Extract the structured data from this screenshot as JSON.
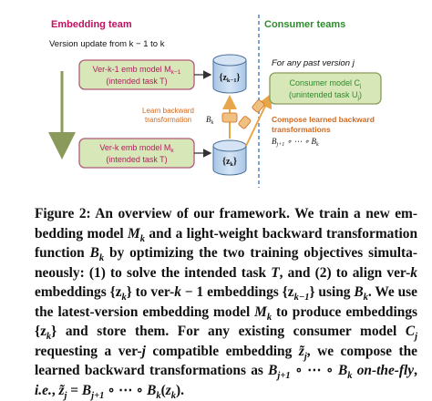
{
  "diagram": {
    "left_heading": "Embedding team",
    "right_heading": "Consumer teams",
    "version_update": "Version update from k − 1 to k",
    "any_past_version": "For any past version j",
    "old_model_line1": "Ver-k-1 emb model M",
    "old_model_sub": "k−1",
    "old_model_line2": "(intended task T)",
    "new_model_line1": "Ver-k emb model M",
    "new_model_sub": "k",
    "new_model_line2": "(intended task T)",
    "consumer_line1": "Consumer model C",
    "consumer_sub": "j",
    "consumer_line2": "(unintended task U",
    "consumer_line2_sub": "j",
    "db_old_label": "{z",
    "db_old_sub": "k−1",
    "db_new_label": "{z",
    "db_new_sub": "k",
    "learn_line1": "Learn backward",
    "learn_line2": "transformation",
    "learn_symbol": "B",
    "learn_symbol_sub": "k",
    "compose_line1": "Compose learned backward",
    "compose_line2": "transformations",
    "compose_formula": "B",
    "compose_formula_sub1": "j+1",
    "compose_formula_mid": " ∘ ⋯ ∘ B",
    "compose_formula_sub2": "k",
    "colors": {
      "green_fill": "#d7e7b8",
      "green_border": "#8a9a5a",
      "pink_fill": "#f5d0e0",
      "pink_border": "#b05a7a",
      "db_fill": "#b9d3ec",
      "db_border": "#4a6f99",
      "orange": "#e8a64a",
      "orange_text": "#d2691e",
      "heading_red": "#c01060",
      "heading_green": "#2e8b2e",
      "divider_blue": "#4a86c8"
    }
  },
  "caption": {
    "p1": "Figure 2: An overview of our framework. We train a new em­bedding model ",
    "p2": " and a light-weight backward transformation function ",
    "p3": " by optimizing the two training objectives simulta­neously: (1) to solve the intended task ",
    "p4": ", and (2) to align ver-",
    "p5": " embeddings ",
    "p6": " to ver-",
    "p7": " − 1 embeddings ",
    "p8": " using ",
    "p9": ". We use the latest-version embedding model ",
    "p10": " to produce embed­dings ",
    "p11": " and store them. For any existing consumer model ",
    "p12": " requesting a ver-",
    "p13": " compatible embedding ",
    "p14": ", we compose the learned backward transformations as ",
    "p15": " ∘ ⋯ ∘ ",
    "p16": " on-the-fly",
    "p17": ", ",
    "p18": "i.e.",
    "p19": ", ",
    "p20": " = ",
    "p21": " ∘ ⋯ ∘ ",
    "p22": "(",
    "p23": ").",
    "sym_M": "M",
    "sym_B": "B",
    "sym_T": "T",
    "sym_k": "k",
    "sym_km1": "k−1",
    "sym_C": "C",
    "sym_j": "j",
    "sym_jp1": "j+1",
    "sym_zk": "{z",
    "sym_close": "}",
    "sym_z": "z",
    "sym_ztilde": "z̃"
  }
}
